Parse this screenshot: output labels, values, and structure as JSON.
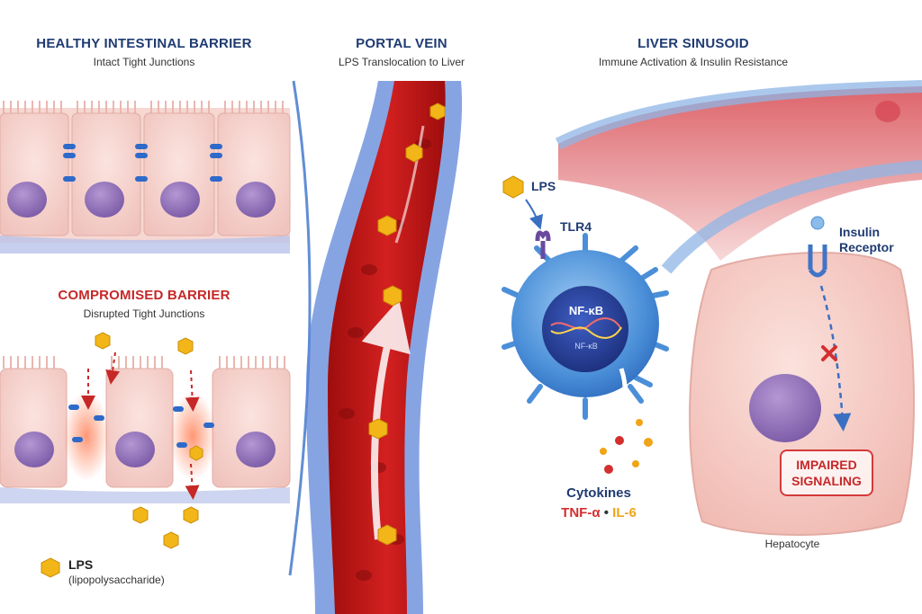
{
  "panels": {
    "healthy": {
      "title": "HEALTHY INTESTINAL BARRIER",
      "subtitle": "Intact Tight Junctions"
    },
    "compromised": {
      "title": "COMPROMISED BARRIER",
      "subtitle": "Disrupted Tight Junctions"
    },
    "portal": {
      "title": "PORTAL VEIN",
      "subtitle": "LPS Translocation to Liver"
    },
    "liver": {
      "title": "LIVER SINUSOID",
      "subtitle": "Immune Activation & Insulin Resistance"
    }
  },
  "legend": {
    "lps": "LPS",
    "lps_full": "(lipopolysaccharide)"
  },
  "immune": {
    "lps_label": "LPS",
    "receptor_label": "TLR4",
    "nucleus_label": "NF-κB",
    "nucleus_sublabel": "NF-κB",
    "cytokines_label": "Cytokines",
    "tnf": "TNF-α",
    "bullet": "•",
    "il6": "IL-6"
  },
  "hepatocyte": {
    "receptor_line1": "Insulin",
    "receptor_line2": "Receptor",
    "impaired_line1": "IMPAIRED",
    "impaired_line2": "SIGNALING",
    "label": "Hepatocyte"
  },
  "colors": {
    "title_blue": "#1f3b73",
    "title_red": "#c62828",
    "blood_red": "#c41818",
    "lps_gold": "#f2b619",
    "immune_blue": "#3f86d6",
    "cytokine_tnf": "#d32f2f",
    "cytokine_il6": "#f0a417"
  }
}
